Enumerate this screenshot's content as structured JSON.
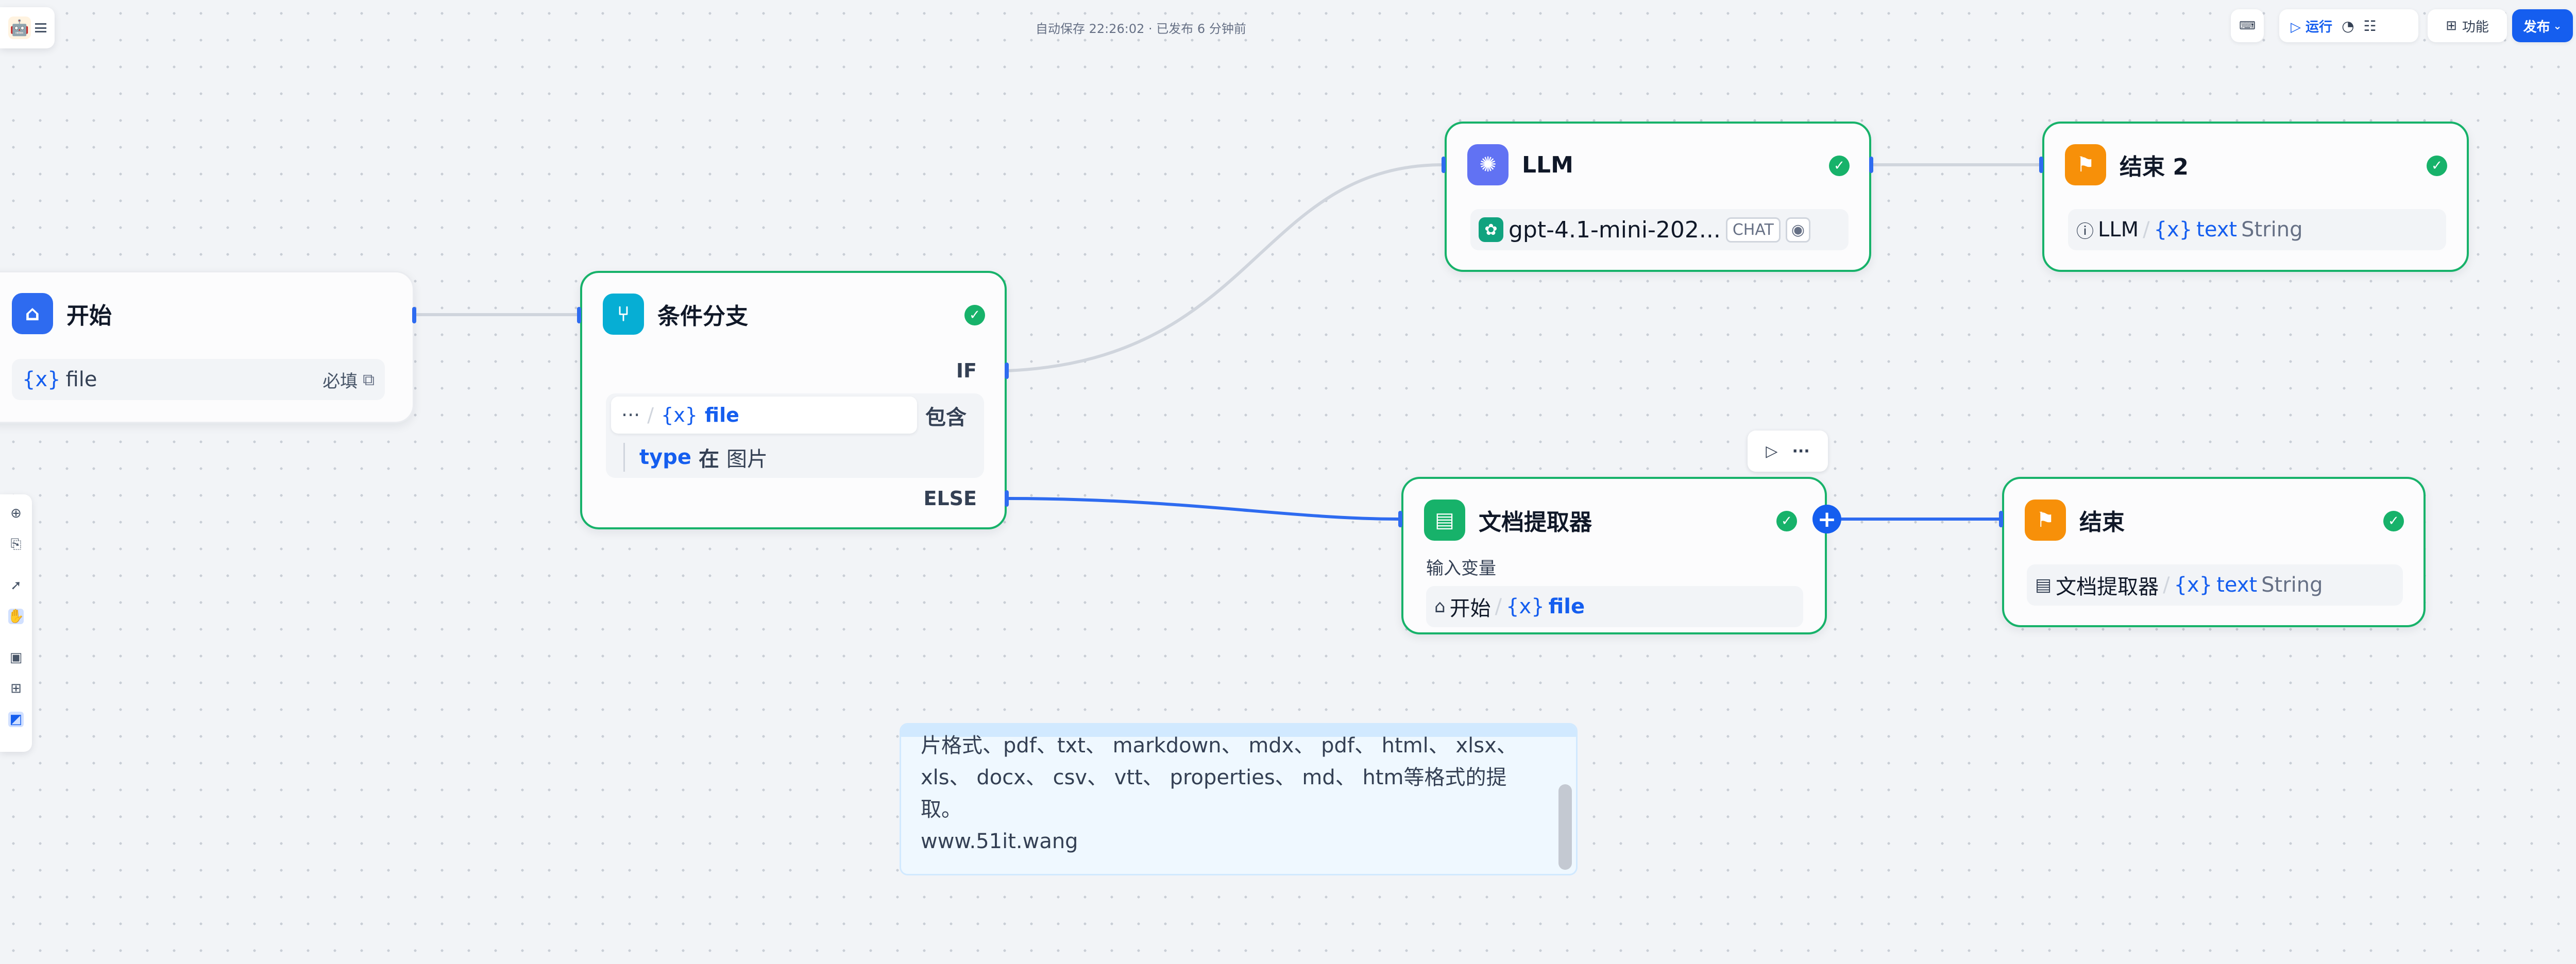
{
  "topbar": {
    "autosave": "自动保存 22:26:02 · 已发布 6 分钟前",
    "run_label": "运行",
    "features_label": "功能",
    "publish_label": "发布"
  },
  "nodes": {
    "start": {
      "title": "开始",
      "var_prefix": "{x}",
      "var_name": "file",
      "required": "必填"
    },
    "if": {
      "title": "条件分支",
      "if_label": "IF",
      "ellipsis": "···",
      "var_prefix": "{x}",
      "var_name": "file",
      "operator": "包含",
      "sub_key": "type",
      "sub_op": "在",
      "sub_value": "图片",
      "else_label": "ELSE"
    },
    "llm": {
      "title": "LLM",
      "model": "gpt-4.1-mini-202...",
      "mode_tag": "CHAT"
    },
    "end2": {
      "title": "结束 2",
      "source": "LLM",
      "var_prefix": "{x}",
      "var_name": "text",
      "var_type": "String"
    },
    "doc": {
      "title": "文档提取器",
      "input_label": "输入变量",
      "source": "开始",
      "var_prefix": "{x}",
      "var_name": "file"
    },
    "end": {
      "title": "结束",
      "source": "文档提取器",
      "var_prefix": "{x}",
      "var_name": "text",
      "var_type": "String"
    }
  },
  "note": {
    "line1": "片格式、pdf、txt、 markdown、 mdx、 pdf、 html、 xlsx、",
    "line2": "xls、 docx、 csv、 vtt、 properties、 md、 htm等格式的提",
    "line3": "取。",
    "line4": "www.51it.wang"
  },
  "colors": {
    "success": "#17b26a",
    "primary": "#155eef",
    "start_icon": "#2e6bf0",
    "if_icon": "#06aed4",
    "llm_icon": "#6172f3",
    "end_icon": "#f79009",
    "doc_icon": "#17b26a"
  }
}
